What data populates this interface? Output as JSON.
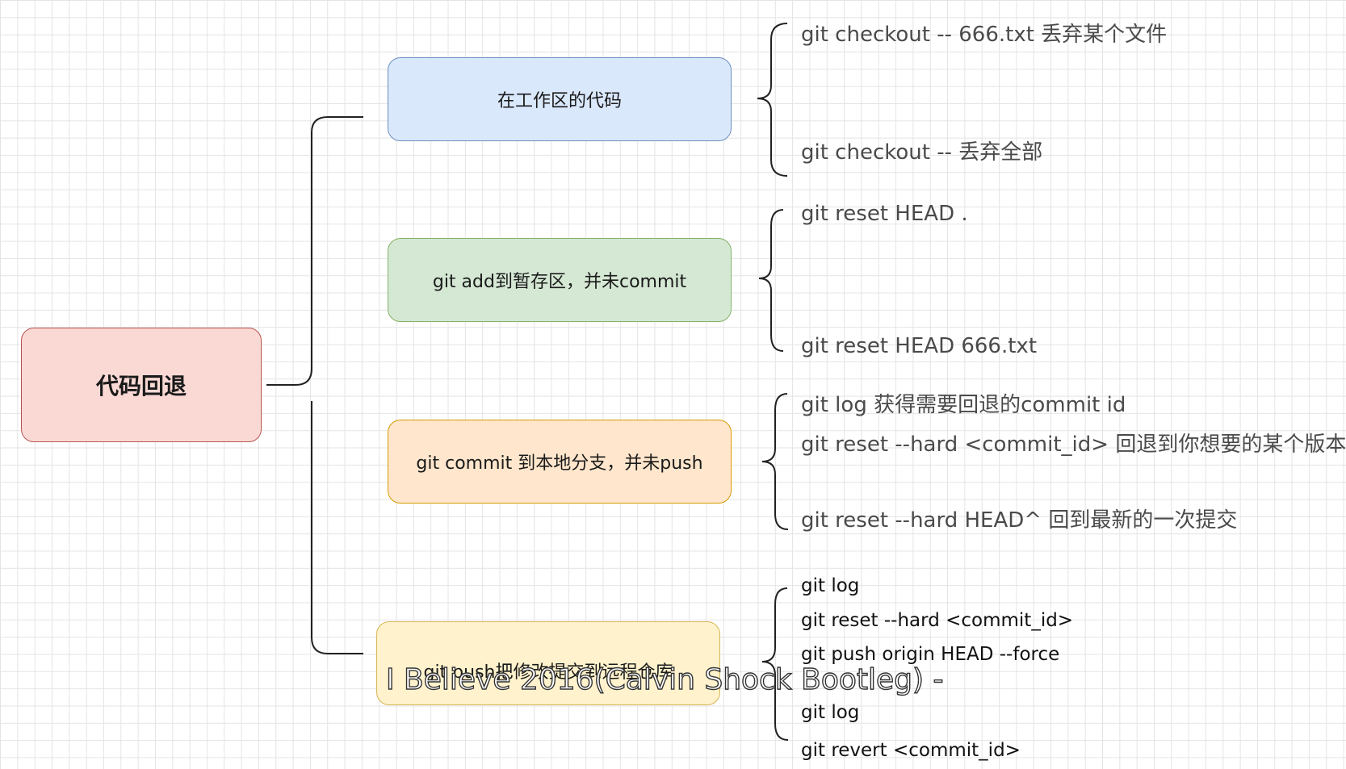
{
  "root": {
    "label": "代码回退",
    "fill": "#fad9d5",
    "stroke": "#b85450"
  },
  "branches": [
    {
      "label": "在工作区的代码",
      "fill": "#dae8fc",
      "stroke": "#6c8ebf",
      "commands": [
        "git checkout -- 666.txt   丢弃某个文件",
        "git checkout -- 丢弃全部"
      ]
    },
    {
      "label": "git add到暂存区，并未commit",
      "fill": "#d5e8d4",
      "stroke": "#82b366",
      "commands": [
        "git reset HEAD .",
        "git reset HEAD 666.txt"
      ]
    },
    {
      "label": "git commit 到本地分支，并未push",
      "fill": "#ffe6cc",
      "stroke": "#d79b00",
      "commands": [
        "git log 获得需要回退的commit id",
        "git reset --hard  <commit_id> 回退到你想要的某个版本",
        "git reset --hard HEAD^     回到最新的一次提交"
      ]
    },
    {
      "label": "git push把修改提交到远程仓库",
      "fill": "#fff2cc",
      "stroke": "#d6b656",
      "commands": [
        "git log",
        "git reset --hard  <commit_id>",
        "git push origin HEAD --force",
        "git log",
        "git revert <commit_id>"
      ]
    }
  ],
  "overlay_caption": "I Believe 2016(Calvin Shock Bootleg) -"
}
